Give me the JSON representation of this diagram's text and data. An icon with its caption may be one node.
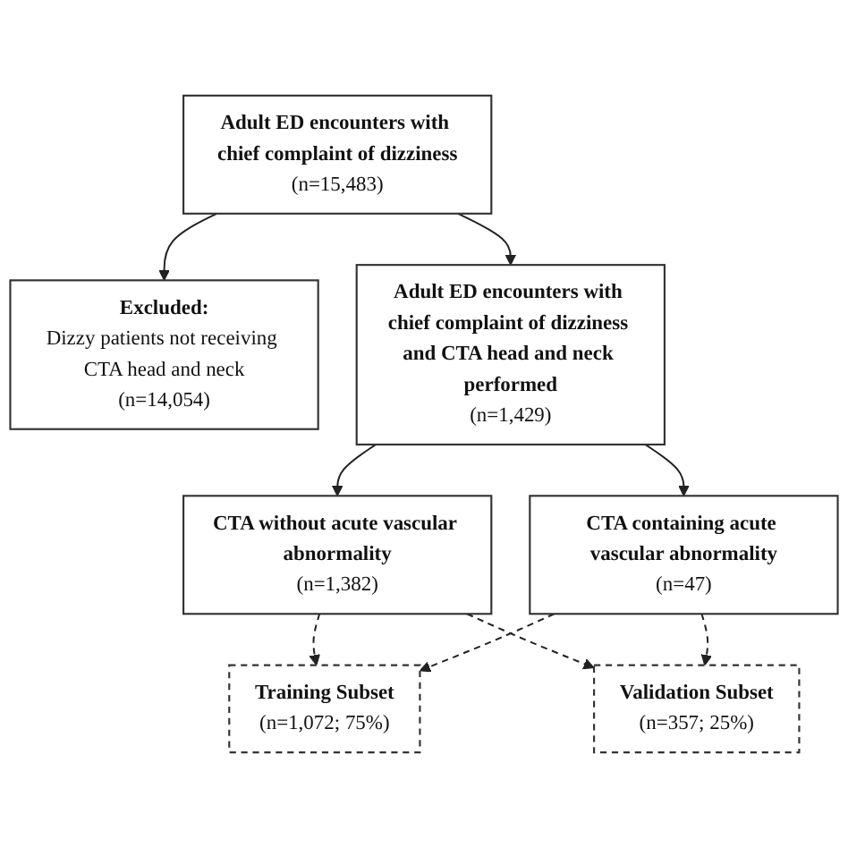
{
  "diagram": {
    "nodes": [
      {
        "text": [
          "Adult ED encounters with chief complaint of dizziness",
          "(n=15,483)"
        ]
      },
      {
        "text": [
          "Excluded:",
          "Dizzy patients not receiving CTA head and neck",
          "(n=14,054)"
        ]
      },
      {
        "text": [
          "Adult ED encounters with chief complaint of dizziness and CTA head and neck performed",
          "(n=1,429)"
        ]
      },
      {
        "text": [
          "CTA without acute vascular abnormality",
          "(n=1,382)"
        ]
      },
      {
        "text": [
          "CTA containing acute vascular abnormality",
          "(n=47)"
        ]
      },
      {
        "text": [
          "Training Subset",
          "(n=1,072; 75%)"
        ]
      },
      {
        "text": [
          "Validation Subset",
          "(n=357; 25%)"
        ]
      }
    ],
    "edges": [
      {
        "from": 0,
        "to": 2,
        "arrow": "to"
      },
      {
        "from": 0,
        "to": 1,
        "arrow": "to"
      },
      {
        "from": 2,
        "to": 3,
        "arrow": "to"
      },
      {
        "from": 2,
        "to": 4,
        "arrow": "to"
      },
      {
        "from": 3,
        "to": 5,
        "arrow": "to",
        "style": "dashed"
      },
      {
        "from": 3,
        "to": 6,
        "arrow": "to",
        "style": "dashed"
      },
      {
        "from": 4,
        "to": 5,
        "arrow": "to",
        "style": "dashed"
      },
      {
        "from": 4,
        "to": 6,
        "arrow": "to",
        "style": "dashed"
      }
    ]
  }
}
